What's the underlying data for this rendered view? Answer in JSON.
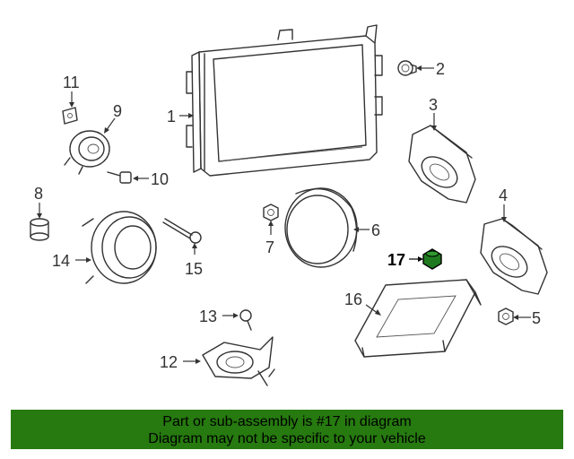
{
  "callouts": [
    {
      "id": "1",
      "label": "1"
    },
    {
      "id": "2",
      "label": "2"
    },
    {
      "id": "3",
      "label": "3"
    },
    {
      "id": "4",
      "label": "4"
    },
    {
      "id": "5",
      "label": "5"
    },
    {
      "id": "6",
      "label": "6"
    },
    {
      "id": "7",
      "label": "7"
    },
    {
      "id": "8",
      "label": "8"
    },
    {
      "id": "9",
      "label": "9"
    },
    {
      "id": "10",
      "label": "10"
    },
    {
      "id": "11",
      "label": "11"
    },
    {
      "id": "12",
      "label": "12"
    },
    {
      "id": "13",
      "label": "13"
    },
    {
      "id": "14",
      "label": "14"
    },
    {
      "id": "15",
      "label": "15"
    },
    {
      "id": "16",
      "label": "16"
    },
    {
      "id": "17",
      "label": "17"
    }
  ],
  "highlighted_part": "17",
  "highlight_color": "#1f7a1f",
  "banner": {
    "line1": "Part or sub-assembly is #17 in diagram",
    "line2": "Diagram may not be specific to your vehicle",
    "background": "#267a0f"
  }
}
